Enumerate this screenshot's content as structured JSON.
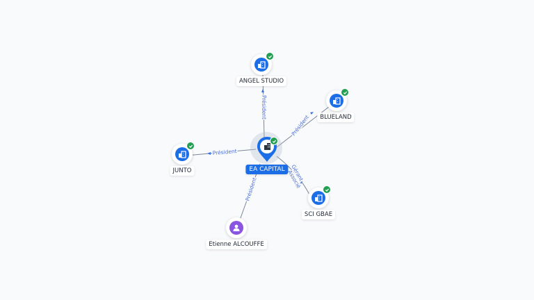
{
  "center": {
    "label": "EA CAPITAL",
    "icon": "building-icon",
    "verified": true
  },
  "nodes": [
    {
      "id": "angel",
      "label": "ANGEL STUDIO",
      "icon": "building-icon",
      "verified": true
    },
    {
      "id": "blueland",
      "label": "BLUELAND",
      "icon": "building-icon",
      "verified": true
    },
    {
      "id": "junto",
      "label": "JUNTO",
      "icon": "building-icon",
      "verified": true
    },
    {
      "id": "scigbae",
      "label": "SCI GBAE",
      "icon": "building-icon",
      "verified": true
    },
    {
      "id": "etienne",
      "label": "Etienne ALCOUFFE",
      "icon": "person-icon",
      "verified": false
    }
  ],
  "edges": [
    {
      "to": "angel",
      "label": "Président"
    },
    {
      "to": "blueland",
      "label": "Président"
    },
    {
      "to": "junto",
      "label": "Président"
    },
    {
      "to": "scigbae",
      "label": "Gérant"
    },
    {
      "to": "scigbae",
      "label": "Associé"
    },
    {
      "to": "etienne",
      "label": "Président"
    }
  ],
  "colors": {
    "company": "#1b6ee6",
    "person": "#8a55e0",
    "verified": "#22a052",
    "edge_label": "#4b6fd8"
  }
}
